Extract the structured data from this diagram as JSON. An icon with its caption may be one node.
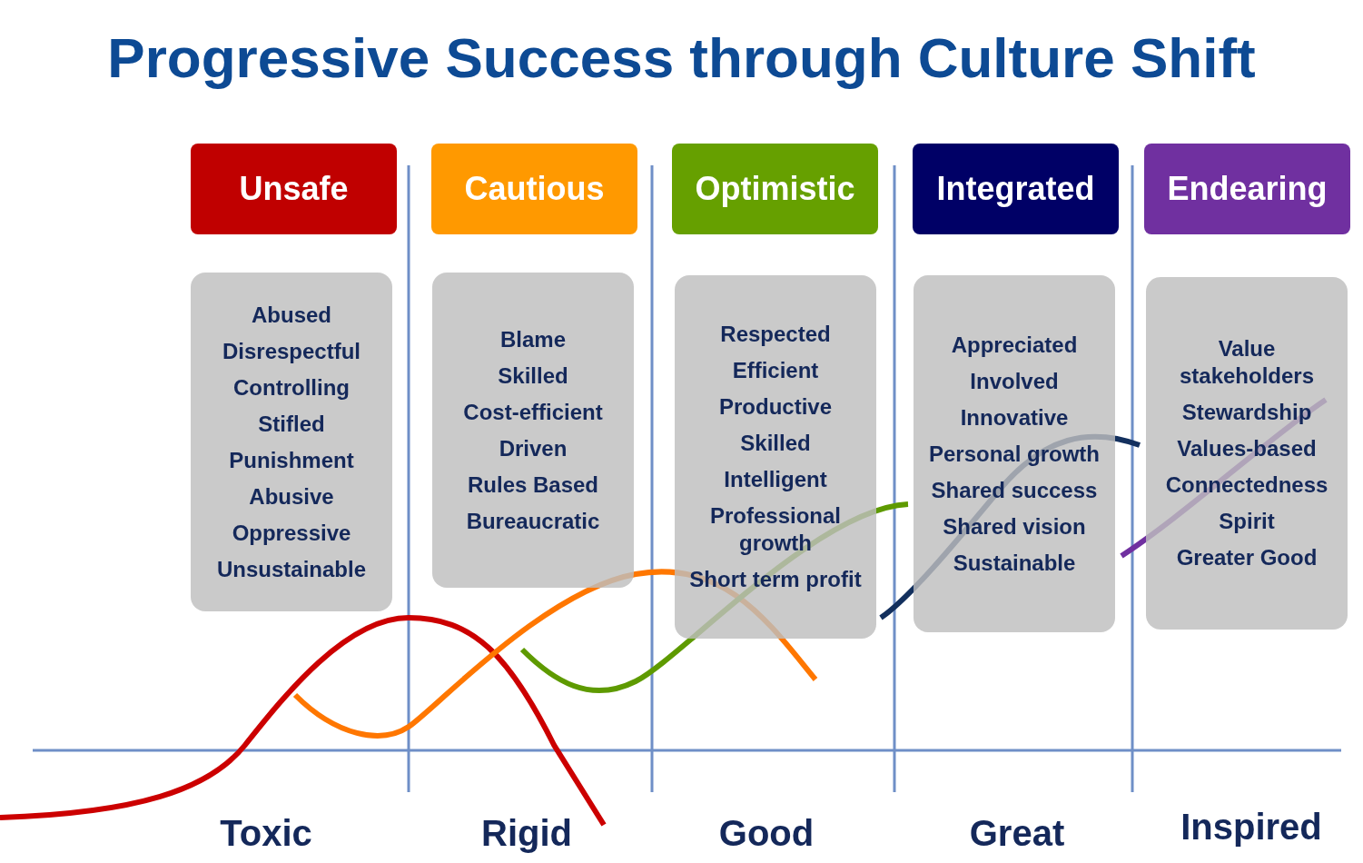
{
  "diagram": {
    "title": "Progressive Success through Culture Shift",
    "nodes": [
      {
        "text": [
          "Unsafe"
        ]
      },
      {
        "text": [
          "Cautious"
        ]
      },
      {
        "text": [
          "Optimistic"
        ]
      },
      {
        "text": [
          "Integrated"
        ]
      },
      {
        "text": [
          "Endearing"
        ]
      },
      {
        "text": [
          "Abused",
          "Disrespectful",
          "Controlling",
          "Stifled",
          "Punishment",
          "Abusive",
          "Oppressive",
          "Unsustainable"
        ]
      },
      {
        "text": [
          "Blame",
          "Skilled",
          "Cost-efficient",
          "Driven",
          "Rules Based",
          "Bureaucratic"
        ]
      },
      {
        "text": [
          "Respected",
          "Efficient",
          "Productive",
          "Skilled",
          "Intelligent",
          "Professional growth",
          "Short term profit"
        ]
      },
      {
        "text": [
          "Appreciated",
          "Involved",
          "Innovative",
          "Personal growth",
          "Shared success",
          "Shared vision",
          "Sustainable"
        ]
      },
      {
        "text": [
          "Value stakeholders",
          "Stewardship",
          "Values-based",
          "Connectedness",
          "Spirit",
          "Greater Good"
        ]
      }
    ],
    "labels": [
      "Toxic",
      "Rigid",
      "Good",
      "Great",
      "Inspired"
    ]
  }
}
